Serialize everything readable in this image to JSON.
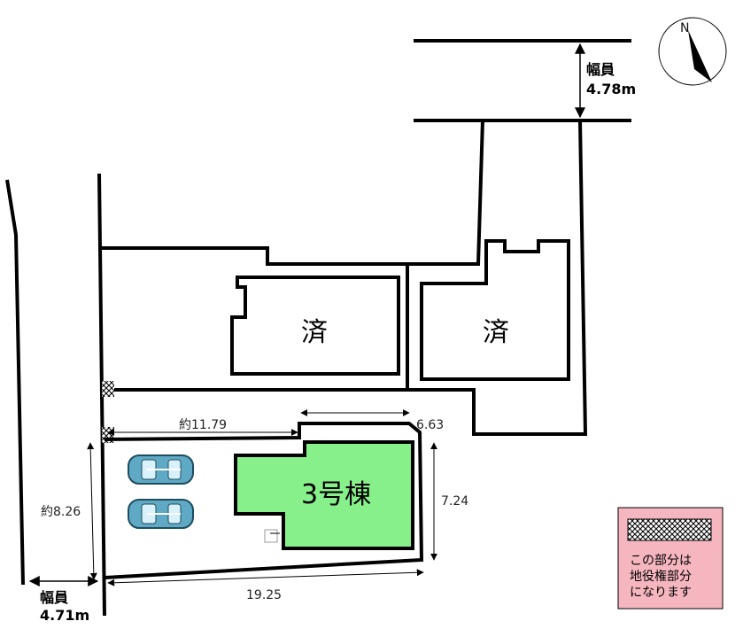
{
  "north": {
    "label": "N"
  },
  "roads": {
    "north_width_label": "幅員",
    "north_width_value": "4.78m",
    "west_width_label": "幅員",
    "west_width_value": "4.71m"
  },
  "lots": {
    "sold_left": "済",
    "sold_right": "済",
    "house": "3号棟"
  },
  "dimensions": {
    "top_left": "約11.79",
    "top_right": "6.63",
    "right_side": "7.24",
    "left_side": "約8.26",
    "bottom": "19.25"
  },
  "legend": {
    "line1": "この部分は",
    "line2": "地役権部分",
    "line3": "になります"
  },
  "colors": {
    "house_fill": "#88f08a",
    "legend_bg": "#f6b6c0",
    "car_body": "#5fa9c4"
  }
}
